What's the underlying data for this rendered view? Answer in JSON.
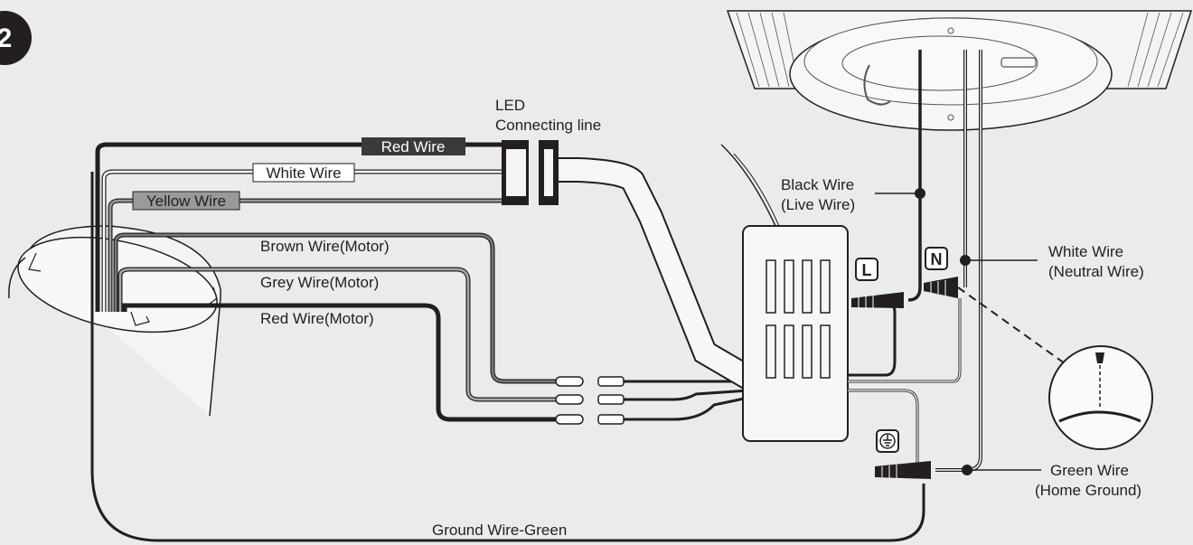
{
  "step_number": "2",
  "led": {
    "line1": "LED",
    "line2": "Connecting line"
  },
  "wires_top": {
    "red": "Red Wire",
    "white": "White Wire",
    "yellow": "Yellow Wire"
  },
  "motor_wires": {
    "brown": "Brown Wire(Motor)",
    "grey": "Grey Wire(Motor)",
    "red": "Red Wire(Motor)"
  },
  "black_wire": {
    "line1": "Black Wire",
    "line2": "(Live Wire)"
  },
  "white_wire": {
    "line1": "White Wire",
    "line2": "(Neutral Wire)"
  },
  "green_wire": {
    "line1": "Green Wire",
    "line2": "(Home Ground)"
  },
  "ground_wire": "Ground Wire-Green",
  "terminals": {
    "live": "L",
    "neutral": "N"
  },
  "colors": {
    "background": "#ebebeb",
    "wire_black": "#231f20",
    "wire_grey": "#8c8c8c",
    "wire_brown": "#6b6b6b",
    "tag_dark": "#3a3a3a",
    "tag_grey": "#9a9a9a"
  }
}
